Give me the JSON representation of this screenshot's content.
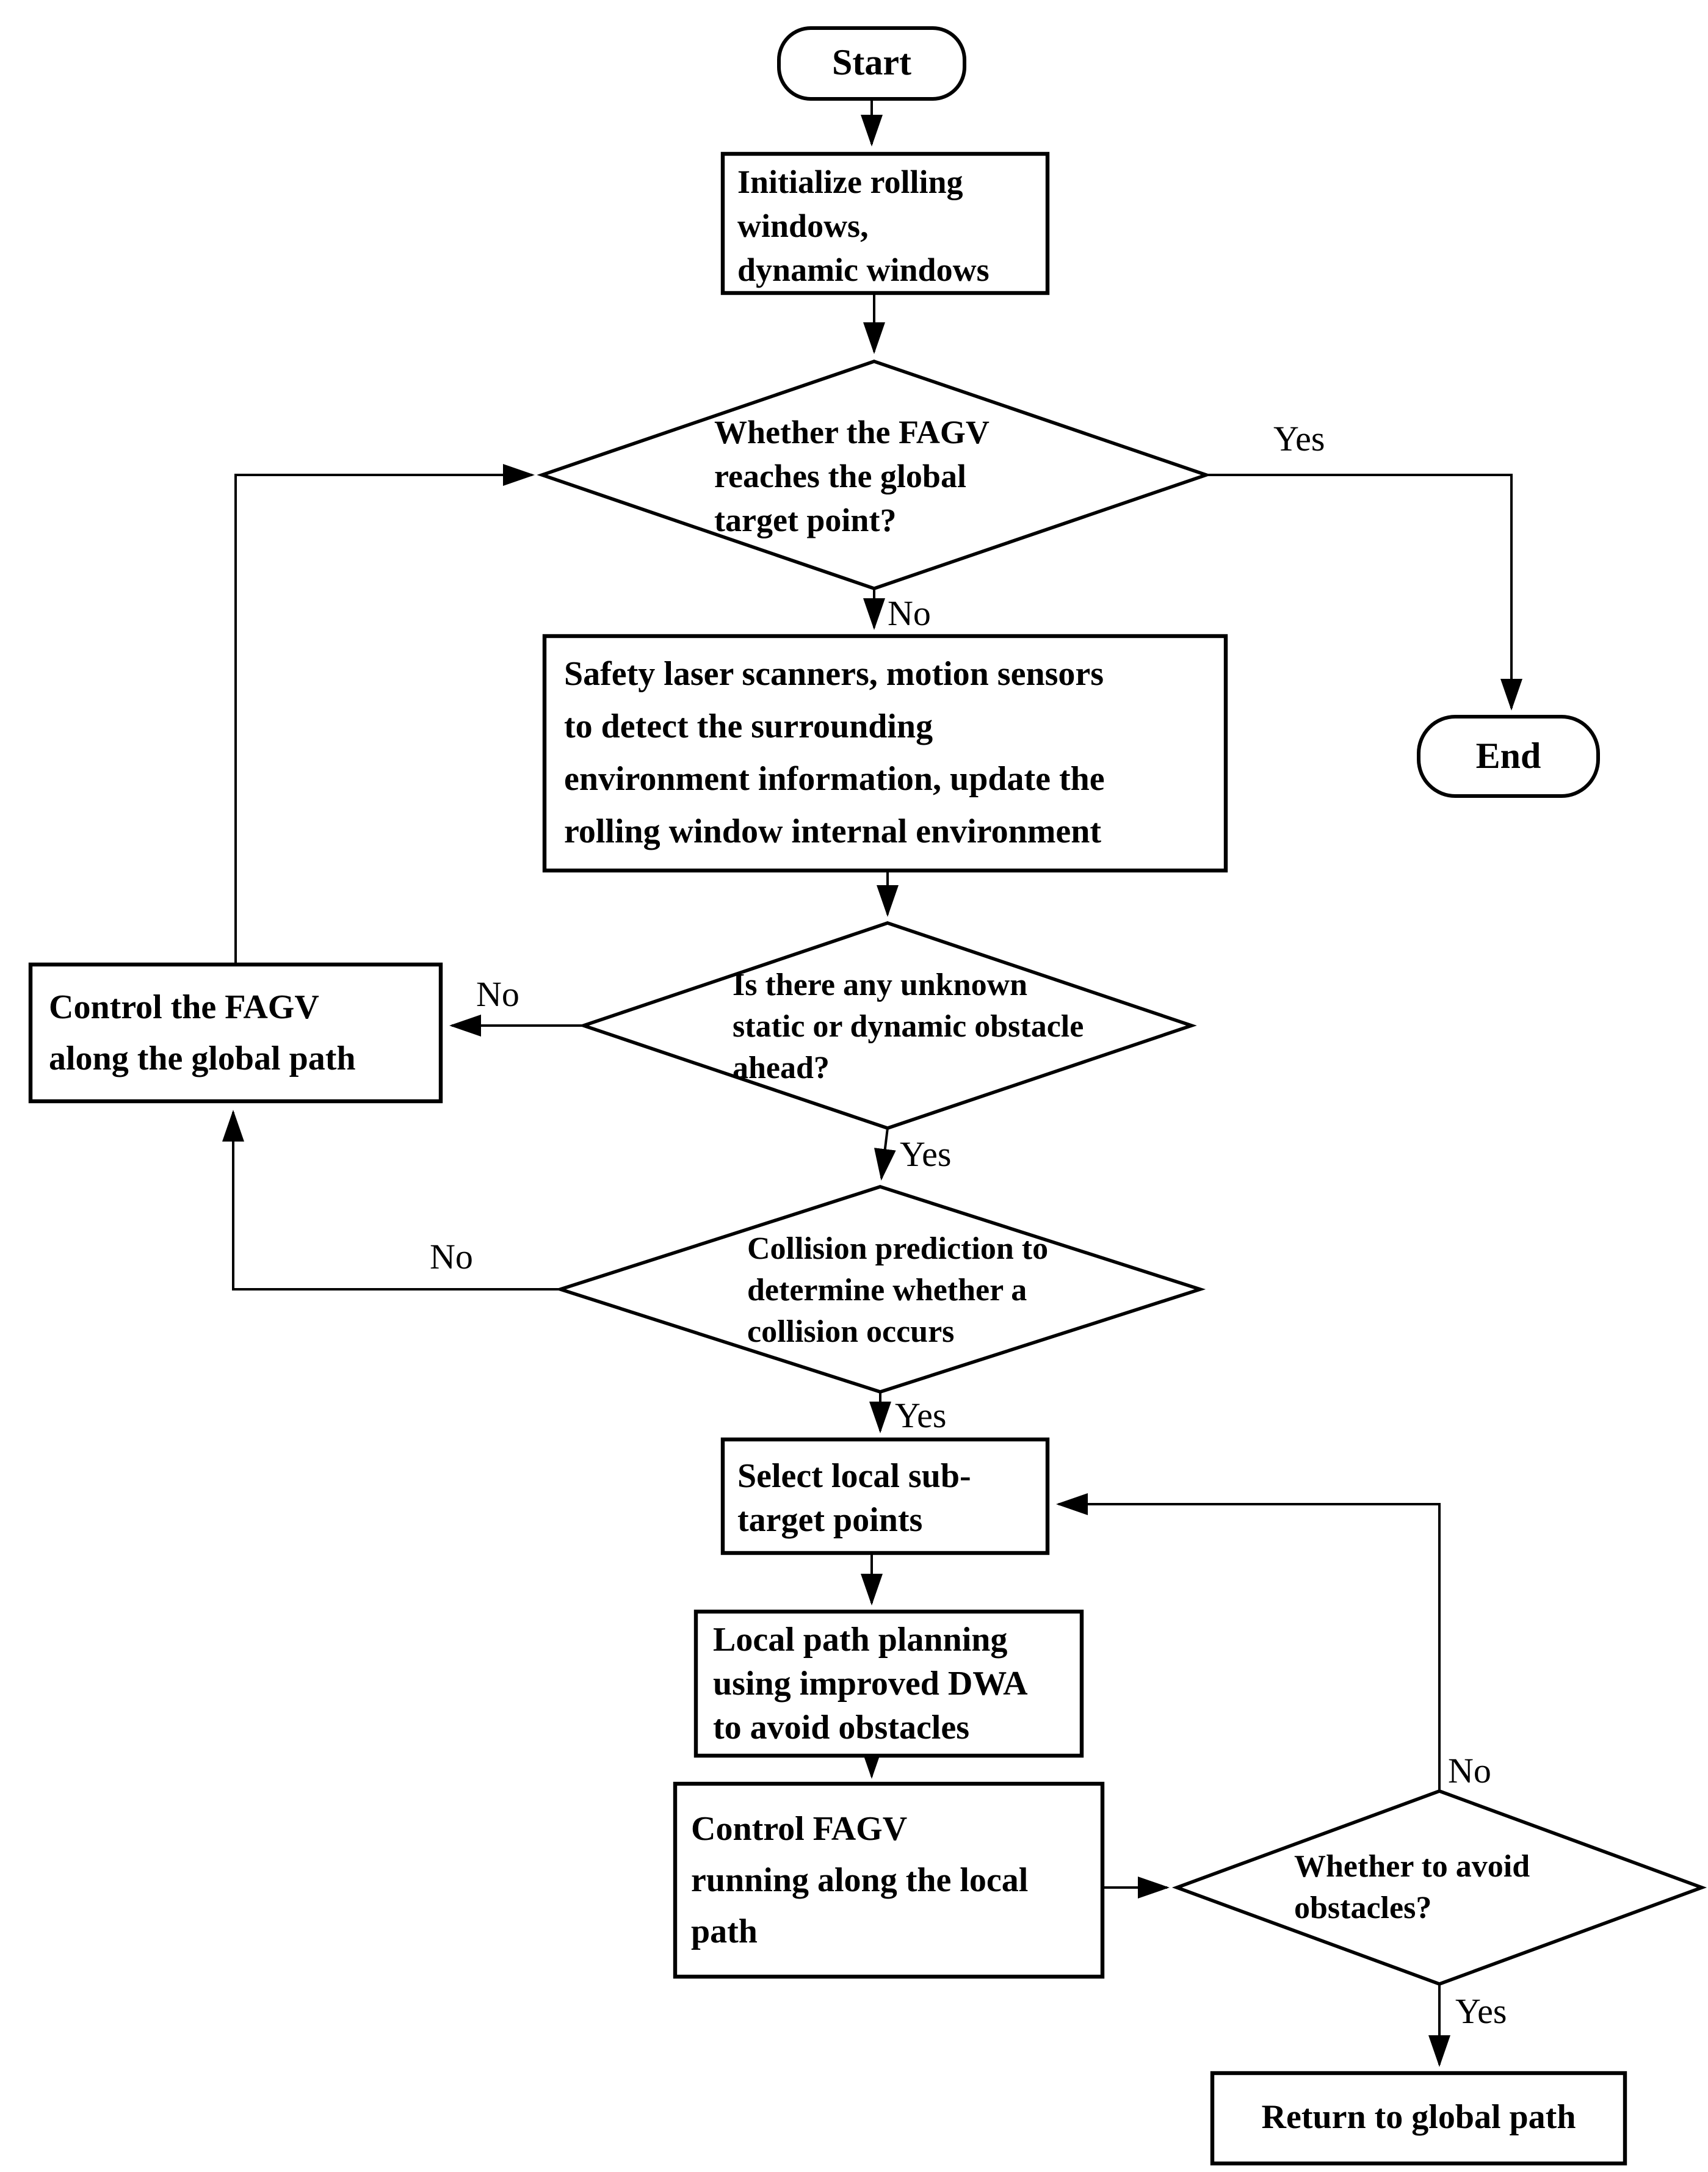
{
  "diagram": {
    "type": "flowchart",
    "colors": {
      "stroke": "#000000",
      "background": "#ffffff",
      "text": "#000000"
    },
    "nodes": {
      "start": {
        "label": "Start"
      },
      "initialize": {
        "lines": [
          "Initialize rolling",
          "windows,",
          "dynamic windows"
        ]
      },
      "reach_target_decision": {
        "lines": [
          "Whether the FAGV",
          "reaches the global",
          "target point?"
        ]
      },
      "end": {
        "label": "End"
      },
      "sense_environment": {
        "lines": [
          "Safety laser scanners, motion sensors",
          "to detect the surrounding",
          "environment information, update the",
          "rolling window internal environment"
        ]
      },
      "obstacle_decision": {
        "lines": [
          "Is there any unknown",
          "static or dynamic obstacle",
          "ahead?"
        ]
      },
      "control_global": {
        "lines": [
          "Control the FAGV",
          "along the global path"
        ]
      },
      "collision_decision": {
        "lines": [
          "Collision prediction to",
          "determine whether a",
          "collision occurs"
        ]
      },
      "select_subtarget": {
        "lines": [
          "Select local sub-",
          "target points"
        ]
      },
      "local_planning": {
        "lines": [
          "Local path planning",
          "using improved DWA",
          "to avoid obstacles"
        ]
      },
      "control_local": {
        "lines": [
          "Control FAGV",
          "running along the local",
          "path"
        ]
      },
      "avoid_decision": {
        "lines": [
          "Whether to avoid",
          "obstacles?"
        ]
      },
      "return_global": {
        "label": "Return to global path"
      }
    },
    "edge_labels": {
      "reach_yes": "Yes",
      "reach_no": "No",
      "obstacle_no": "No",
      "obstacle_yes": "Yes",
      "collision_no": "No",
      "collision_yes": "Yes",
      "avoid_no": "No",
      "avoid_yes": "Yes"
    }
  }
}
